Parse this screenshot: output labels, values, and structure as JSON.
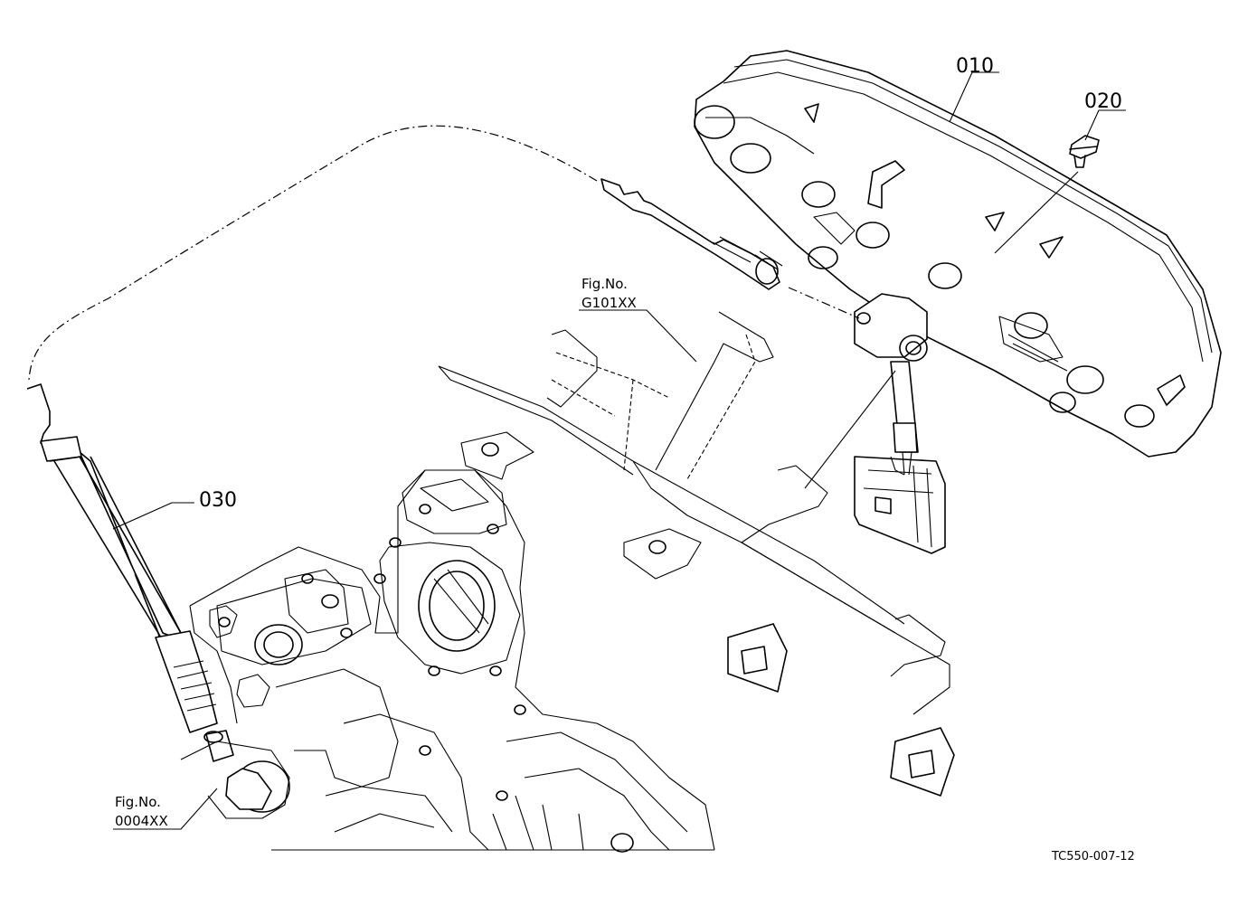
{
  "callouts": {
    "instrument_panel": "010",
    "screw": "020",
    "meter_cable": "030"
  },
  "references": {
    "frame_ref_label": "Fig.No.",
    "frame_ref_code": "G101XX",
    "housing_ref_label": "Fig.No.",
    "housing_ref_code": "0004XX"
  },
  "drawing_code": "TC550-007-12"
}
